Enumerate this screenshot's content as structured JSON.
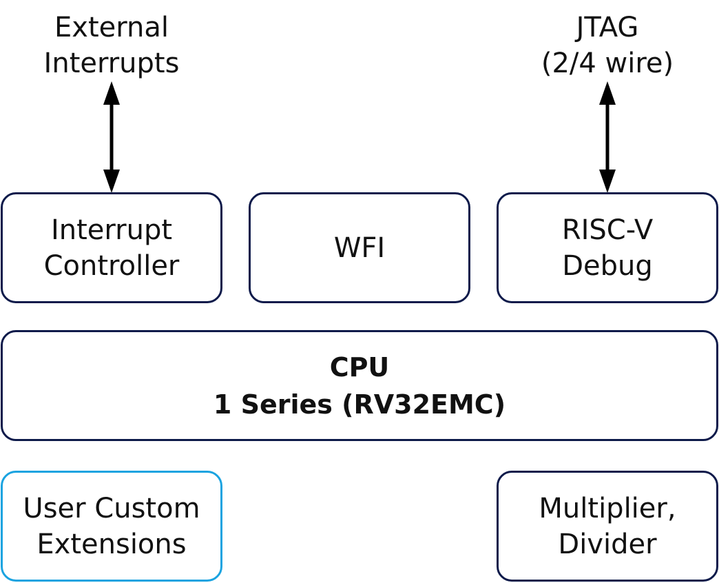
{
  "top_labels": {
    "external_interrupts": [
      "External",
      "Interrupts"
    ],
    "jtag": [
      "JTAG",
      "(2/4 wire)"
    ]
  },
  "blocks": {
    "interrupt_controller": [
      "Interrupt",
      "Controller"
    ],
    "wfi": [
      "WFI"
    ],
    "risc_v_debug": [
      "RISC-V",
      "Debug"
    ],
    "cpu": [
      "CPU",
      "1 Series (RV32EMC)"
    ],
    "user_custom_extensions": [
      "User Custom",
      "Extensions"
    ],
    "multiplier_divider": [
      "Multiplier,",
      "Divider"
    ]
  },
  "colors": {
    "box_border": "#0d1a4a",
    "custom_border": "#1aa3e0",
    "arrow": "#000000"
  }
}
